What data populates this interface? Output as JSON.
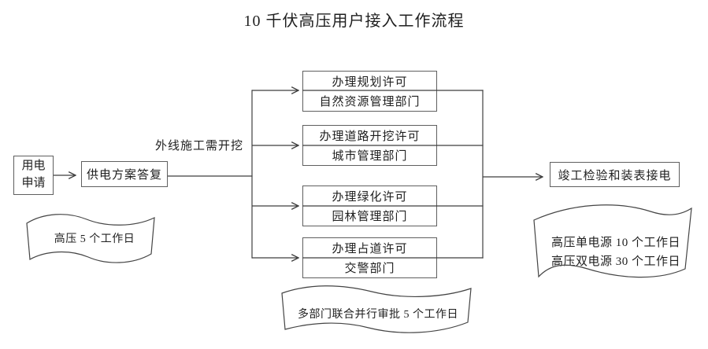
{
  "title": "10 千伏高压用户接入工作流程",
  "flow": {
    "apply_box": {
      "line1": "用电",
      "line2": "申请"
    },
    "reply_box": {
      "label": "供电方案答复"
    },
    "branch_label": "外线施工需开挖",
    "permits": [
      {
        "permit": "办理规划许可",
        "department": "自然资源管理部门"
      },
      {
        "permit": "办理道路开挖许可",
        "department": "城市管理部门"
      },
      {
        "permit": "办理绿化许可",
        "department": "园林管理部门"
      },
      {
        "permit": "办理占道许可",
        "department": "交警部门"
      }
    ],
    "final_box": {
      "label": "竣工检验和装表接电"
    }
  },
  "annotations": {
    "left_wave": "高压 5 个工作日",
    "middle_wave": "多部门联合并行审批 5 个工作日",
    "right_wave_line1": "高压单电源 10 个工作日",
    "right_wave_line2": "高压双电源 30 个工作日"
  },
  "colors": {
    "background": "#ffffff",
    "box_border": "#5f5f5f",
    "connector": "#3f3f3f",
    "text": "#1f1f1f"
  }
}
